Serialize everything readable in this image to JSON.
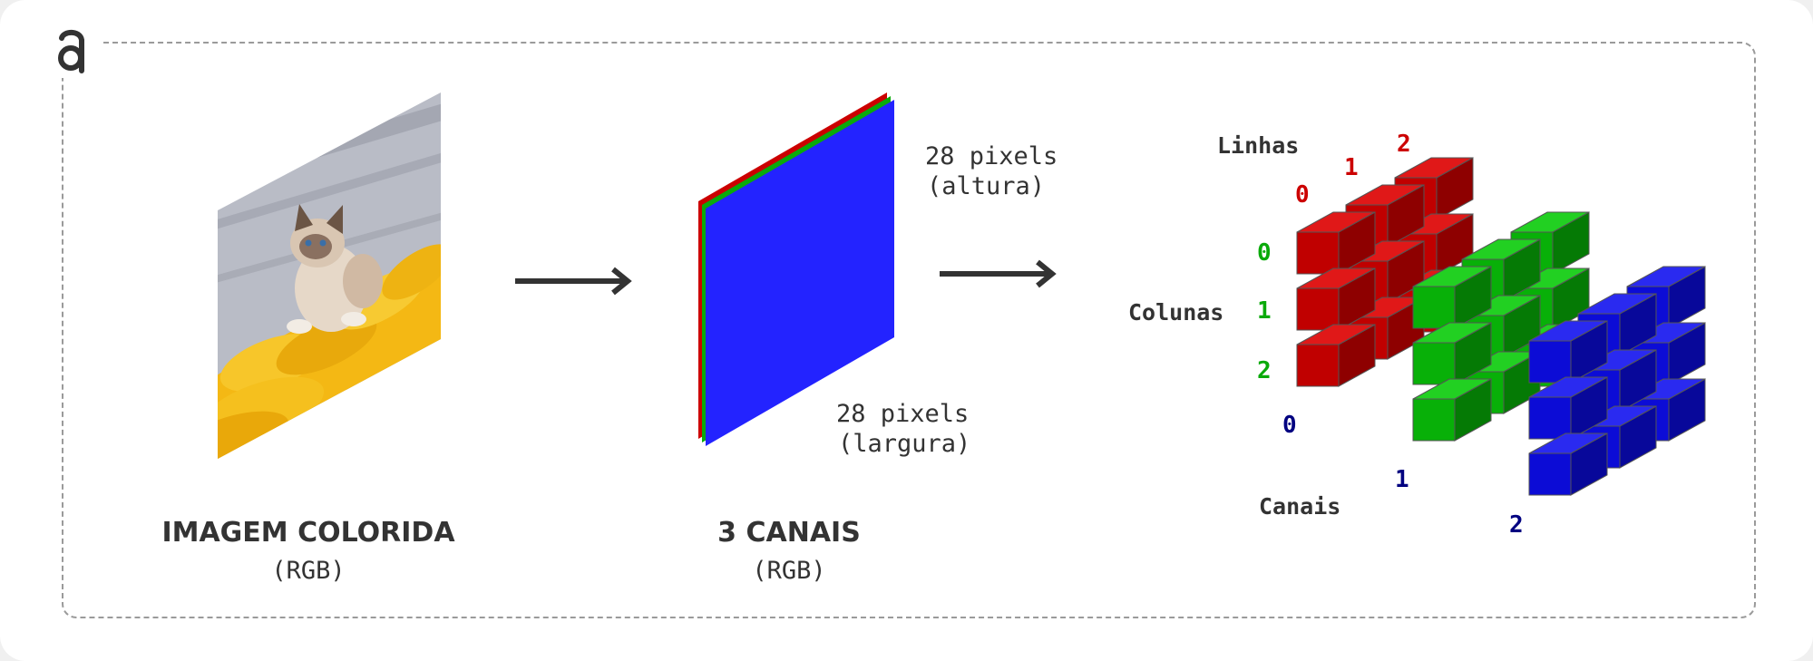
{
  "left_panel": {
    "title": "IMAGEM COLORIDA",
    "subtitle": "(RGB)"
  },
  "middle_panel": {
    "title": "3 CANAIS",
    "subtitle": "(RGB)",
    "height_label_line1": "28 pixels",
    "height_label_line2": "(altura)",
    "width_label_line1": "28 pixels",
    "width_label_line2": "(largura)"
  },
  "tensor": {
    "rows_label": "Linhas",
    "columns_label": "Colunas",
    "channels_label": "Canais",
    "row_indices": [
      "0",
      "1",
      "2"
    ],
    "column_indices": [
      "0",
      "1",
      "2"
    ],
    "channel_indices": [
      "0",
      "1",
      "2"
    ]
  },
  "colors": {
    "red": "#cc0000",
    "green": "#0aaa0a",
    "blue": "#1a1ae0",
    "dark_blue": "#000080",
    "text": "#333333",
    "arrow": "#333333"
  }
}
